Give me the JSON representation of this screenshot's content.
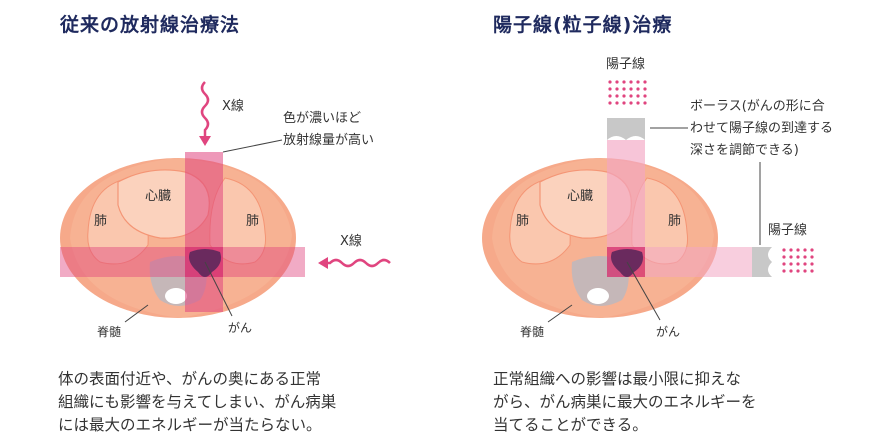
{
  "left": {
    "title": "従来の放射線治療法",
    "xray_top": "X線",
    "xray_right": "X線",
    "color_note_line1": "色が濃いほど",
    "color_note_line2": "放射線量が高い",
    "heart": "心臓",
    "lung_left": "肺",
    "lung_right": "肺",
    "spine": "脊髄",
    "cancer": "がん",
    "caption_line1": "体の表面付近や、がんの奥にある正常",
    "caption_line2": "組織にも影響を与えてしまい、がん病巣",
    "caption_line3": "には最大のエネルギーが当たらない。"
  },
  "right": {
    "title": "陽子線(粒子線)治療",
    "proton_top": "陽子線",
    "proton_right": "陽子線",
    "bolus_line1": "ボーラス(がんの形に合",
    "bolus_line2": "わせて陽子線の到達する",
    "bolus_line3": "深さを調節できる)",
    "heart": "心臓",
    "lung_left": "肺",
    "lung_right": "肺",
    "spine": "脊髄",
    "cancer": "がん",
    "caption_line1": "正常組織への影響は最小限に抑えな",
    "caption_line2": "がら、がん病巣に最大のエネルギーを",
    "caption_line3": "当てることができる。"
  },
  "colors": {
    "title": "#1f2a5e",
    "body": "#f6a98a",
    "body_light": "#fac7ae",
    "beam": "#e0457f",
    "beam_light": "#f3a6c3",
    "cancer": "#6a2a5e",
    "spine_grey": "#b8b8c2",
    "bolus_grey": "#c8c8c8"
  }
}
